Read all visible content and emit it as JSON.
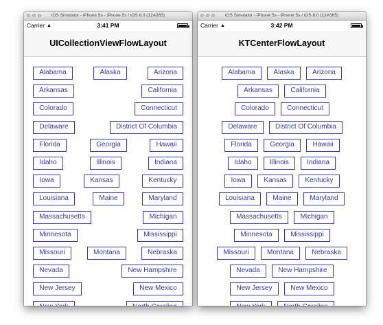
{
  "windows": [
    {
      "sim_title": "iOS Simulator - iPhone 5s - iPhone 5s / iOS 8.0 (12A365)",
      "carrier": "Carrier",
      "time": "3:41 PM",
      "nav_title": "UICollectionViewFlowLayout",
      "rows": [
        [
          "Alabama",
          "Alaska",
          "Arizona"
        ],
        [
          "Arkansas",
          "California"
        ],
        [
          "Colorado",
          "Connecticut"
        ],
        [
          "Delaware",
          "District Of Columbia"
        ],
        [
          "Florida",
          "Georgia",
          "Hawaii"
        ],
        [
          "Idaho",
          "Illinois",
          "Indiana"
        ],
        [
          "Iowa",
          "Kansas",
          "Kentucky"
        ],
        [
          "Louisiana",
          "Maine",
          "Maryland"
        ],
        [
          "Massachusetts",
          "Michigan"
        ],
        [
          "Minnesota",
          "Mississippi"
        ],
        [
          "Missouri",
          "Montana",
          "Nebraska"
        ],
        [
          "Nevada",
          "New Hampshire"
        ],
        [
          "New Jersey",
          "New Mexico"
        ],
        [
          "New York",
          "North Carolina"
        ]
      ]
    },
    {
      "sim_title": "iOS Simulator - iPhone 5s - iPhone 5s / iOS 8.0 (12A365)",
      "carrier": "Carrier",
      "time": "3:42 PM",
      "nav_title": "KTCenterFlowLayout",
      "rows": [
        [
          "Alabama",
          "Alaska",
          "Arizona"
        ],
        [
          "Arkansas",
          "California"
        ],
        [
          "Colorado",
          "Connecticut"
        ],
        [
          "Delaware",
          "District Of Columbia"
        ],
        [
          "Florida",
          "Georgia",
          "Hawaii"
        ],
        [
          "Idaho",
          "Illinois",
          "Indiana"
        ],
        [
          "Iowa",
          "Kansas",
          "Kentucky"
        ],
        [
          "Louisiana",
          "Maine",
          "Maryland"
        ],
        [
          "Massachusetts",
          "Michigan"
        ],
        [
          "Minnesota",
          "Mississippi"
        ],
        [
          "Missouri",
          "Montana",
          "Nebraska"
        ],
        [
          "Nevada",
          "New Hampshire"
        ],
        [
          "New Jersey",
          "New Mexico"
        ],
        [
          "New York",
          "North Carolina"
        ]
      ]
    }
  ],
  "accent_color": "#3a3aa6",
  "icons": [
    "wifi-icon",
    "battery-icon"
  ]
}
